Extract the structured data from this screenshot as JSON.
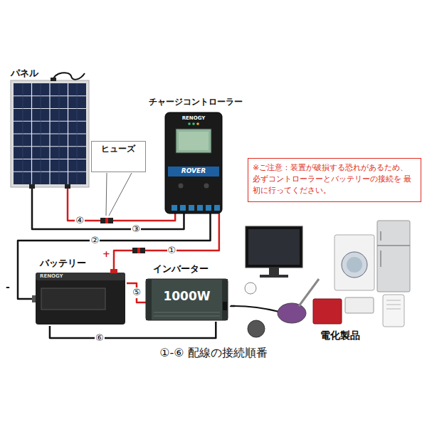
{
  "diagram": {
    "caption": "①-⑥ 配線の接続順番",
    "nodes": [
      {
        "text": [
          "パネル"
        ]
      },
      {
        "text": [
          "チャージコントローラー"
        ]
      },
      {
        "text": [
          "ヒューズ"
        ]
      },
      {
        "text": [
          "※ご注意：装置が破損する恐れがあるため、 必ずコントローラーとバッテリーの接続を 最初に行ってください。"
        ]
      },
      {
        "text": [
          "バッテリー"
        ]
      },
      {
        "text": [
          "インバーター",
          "1000W"
        ]
      },
      {
        "text": [
          "電化製品"
        ]
      }
    ],
    "edges": [
      {
        "from": 1,
        "to": 4,
        "arrow": "none",
        "label": "①"
      },
      {
        "from": 1,
        "to": 4,
        "arrow": "none",
        "label": "②"
      },
      {
        "from": 0,
        "to": 1,
        "arrow": "none",
        "label": "③"
      },
      {
        "from": 0,
        "to": 1,
        "arrow": "none",
        "label": "④"
      },
      {
        "from": 4,
        "to": 5,
        "arrow": "none",
        "label": "⑤"
      },
      {
        "from": 4,
        "to": 5,
        "arrow": "none",
        "label": "⑥"
      },
      {
        "from": 5,
        "to": 6,
        "arrow": "none"
      }
    ],
    "labels": [
      "RENOGY",
      "ROVER",
      "-",
      "+",
      "RENOGY"
    ]
  }
}
